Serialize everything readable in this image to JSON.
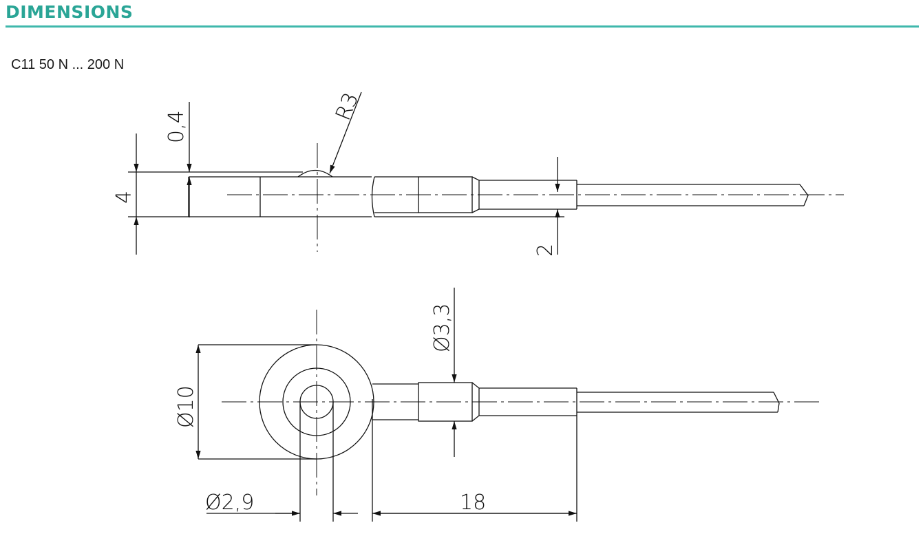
{
  "header": {
    "title": "DIMENSIONS",
    "title_color": "#2aa596",
    "rule_color": "#3fb8ac"
  },
  "model": {
    "label": "C11 50 N ... 200 N"
  },
  "side_view": {
    "dims": {
      "thickness": "4",
      "dome_height": "0,4",
      "dome_radius": "R3",
      "cable_height": "2"
    }
  },
  "top_view": {
    "dims": {
      "body_diameter": "Ø10",
      "hole_diameter": "Ø2,9",
      "sleeve_diameter": "Ø3,3",
      "length": "18"
    }
  }
}
